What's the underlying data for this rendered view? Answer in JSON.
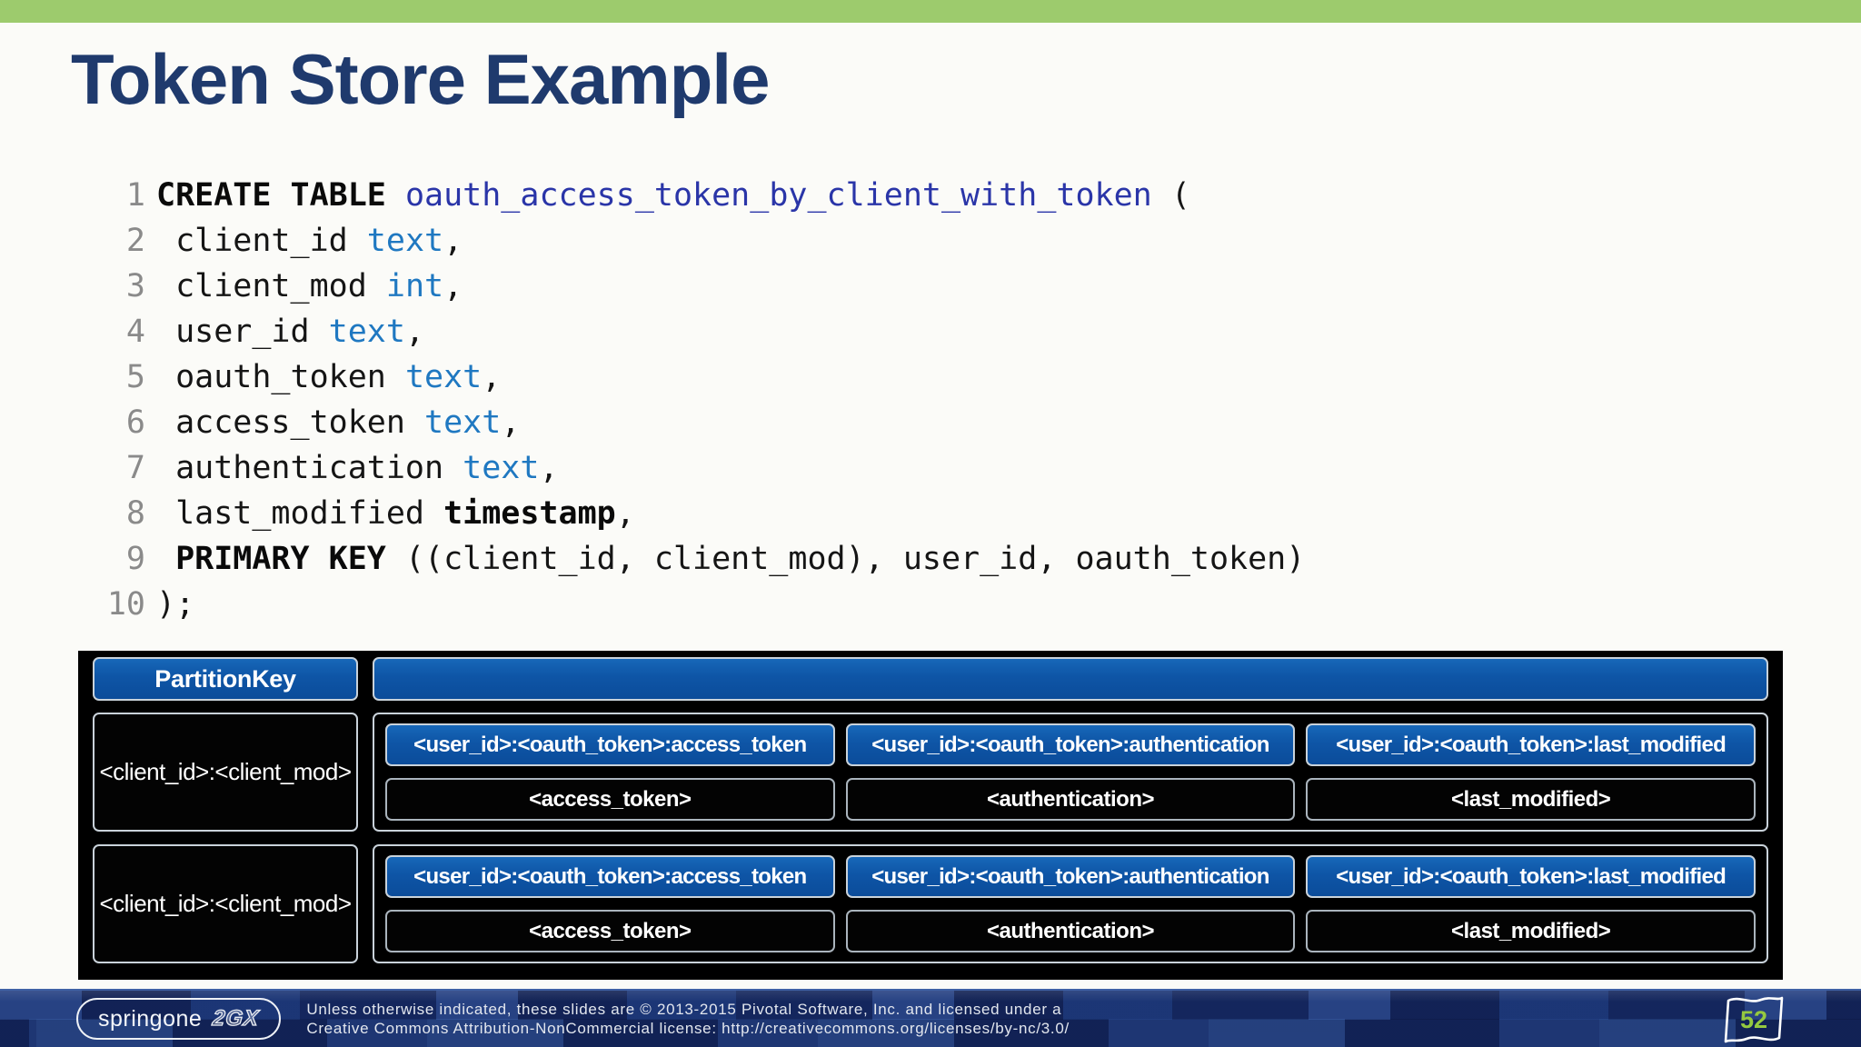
{
  "slide": {
    "title": "Token Store Example",
    "page_number": "52"
  },
  "colors": {
    "accent_green": "#9dcb6d",
    "title_navy": "#1f3a6d",
    "table_blue": "#0e55a6",
    "code_name_blue": "#2a35a8",
    "code_type_blue": "#1f78c1",
    "page_number_green": "#95c93f",
    "footer_navy": "#162a63"
  },
  "code": {
    "lines": [
      {
        "num": "1",
        "segments": [
          {
            "t": "CREATE TABLE",
            "s": "bold"
          },
          {
            "t": " ",
            "s": "plain"
          },
          {
            "t": "oauth_access_token_by_client_with_token",
            "s": "name"
          },
          {
            "t": " (",
            "s": "plain"
          }
        ]
      },
      {
        "num": "2",
        "segments": [
          {
            "t": " client_id ",
            "s": "plain"
          },
          {
            "t": "text",
            "s": "type"
          },
          {
            "t": ",",
            "s": "plain"
          }
        ]
      },
      {
        "num": "3",
        "segments": [
          {
            "t": " client_mod ",
            "s": "plain"
          },
          {
            "t": "int",
            "s": "type"
          },
          {
            "t": ",",
            "s": "plain"
          }
        ]
      },
      {
        "num": "4",
        "segments": [
          {
            "t": " user_id ",
            "s": "plain"
          },
          {
            "t": "text",
            "s": "type"
          },
          {
            "t": ",",
            "s": "plain"
          }
        ]
      },
      {
        "num": "5",
        "segments": [
          {
            "t": " oauth_token ",
            "s": "plain"
          },
          {
            "t": "text",
            "s": "type"
          },
          {
            "t": ",",
            "s": "plain"
          }
        ]
      },
      {
        "num": "6",
        "segments": [
          {
            "t": " access_token ",
            "s": "plain"
          },
          {
            "t": "text",
            "s": "type"
          },
          {
            "t": ",",
            "s": "plain"
          }
        ]
      },
      {
        "num": "7",
        "segments": [
          {
            "t": " authentication ",
            "s": "plain"
          },
          {
            "t": "text",
            "s": "type"
          },
          {
            "t": ",",
            "s": "plain"
          }
        ]
      },
      {
        "num": "8",
        "segments": [
          {
            "t": " last_modified ",
            "s": "plain"
          },
          {
            "t": "timestamp",
            "s": "bold"
          },
          {
            "t": ",",
            "s": "plain"
          }
        ]
      },
      {
        "num": "9",
        "segments": [
          {
            "t": " ",
            "s": "plain"
          },
          {
            "t": "PRIMARY KEY",
            "s": "bold"
          },
          {
            "t": " ((client_id, client_mod), user_id, oauth_token)",
            "s": "plain"
          }
        ]
      },
      {
        "num": "10",
        "segments": [
          {
            "t": ");",
            "s": "plain"
          }
        ]
      }
    ]
  },
  "diagram": {
    "partition_key_header": "PartitionKey",
    "rows": [
      {
        "partition": "<client_id>:<client_mod>",
        "columns": [
          {
            "header": "<user_id>:<oauth_token>:access_token",
            "value": "<access_token>"
          },
          {
            "header": "<user_id>:<oauth_token>:authentication",
            "value": "<authentication>"
          },
          {
            "header": "<user_id>:<oauth_token>:last_modified",
            "value": "<last_modified>"
          }
        ]
      },
      {
        "partition": "<client_id>:<client_mod>",
        "columns": [
          {
            "header": "<user_id>:<oauth_token>:access_token",
            "value": "<access_token>"
          },
          {
            "header": "<user_id>:<oauth_token>:authentication",
            "value": "<authentication>"
          },
          {
            "header": "<user_id>:<oauth_token>:last_modified",
            "value": "<last_modified>"
          }
        ]
      }
    ]
  },
  "footer": {
    "logo_text": "springone",
    "logo_suffix": "2GX",
    "license_line1": "Unless otherwise indicated, these slides are © 2013-2015 Pivotal Software, Inc. and licensed under a",
    "license_line2": "Creative Commons Attribution-NonCommercial license: http://creativecommons.org/licenses/by-nc/3.0/"
  }
}
